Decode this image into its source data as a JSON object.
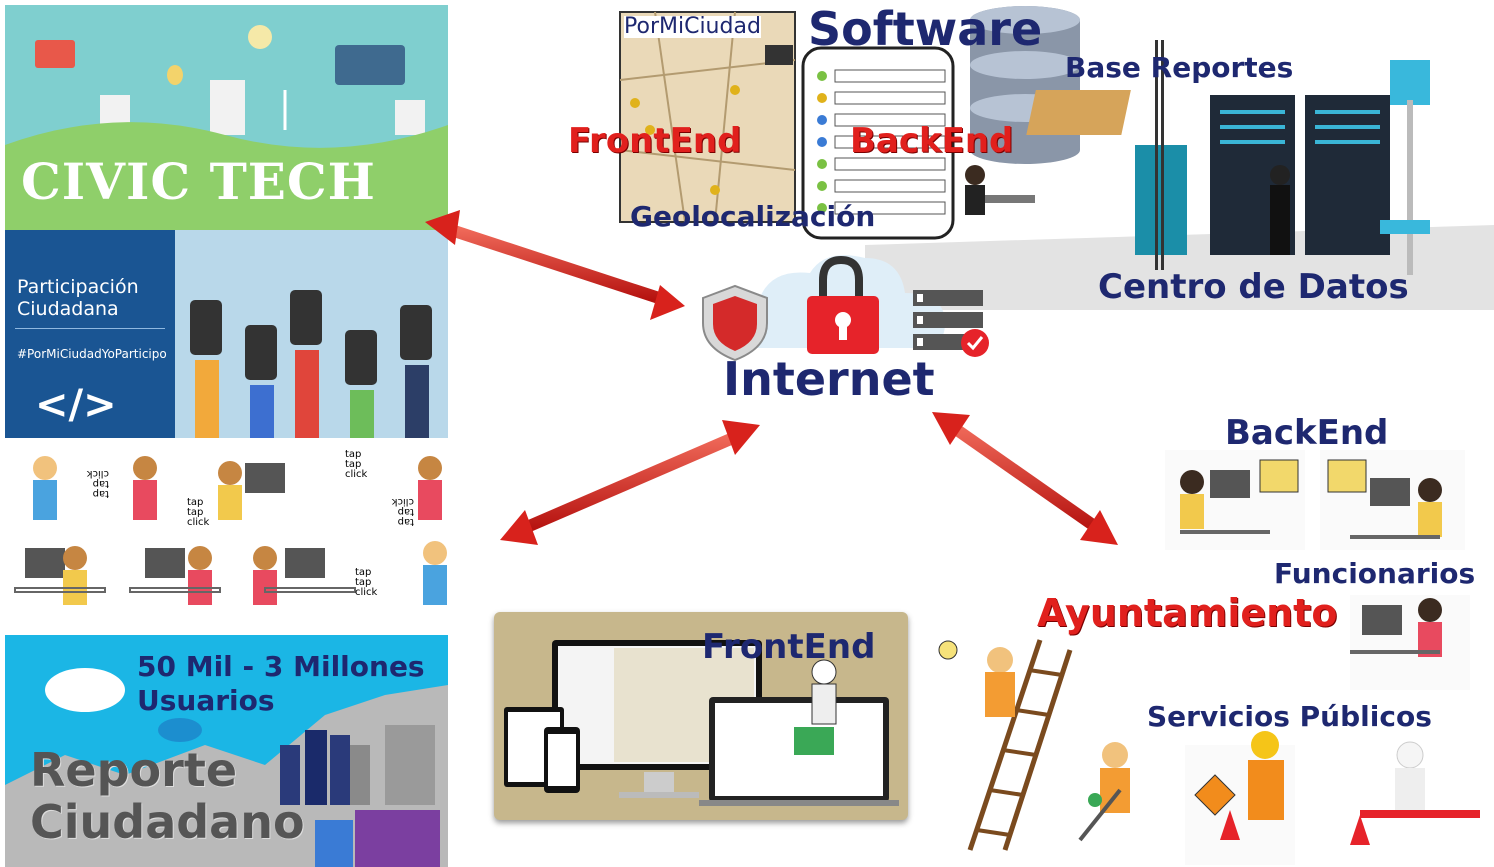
{
  "civic": {
    "title": "CIVIC TECH"
  },
  "participation": {
    "line1": "Participación",
    "line2": "Ciudadana",
    "hashtag": "#PorMiCiudadYoParticipo",
    "code_symbol": "</>"
  },
  "taps": {
    "t1": "tap tap click",
    "t2": "tap tap click",
    "t3": "tap tap click",
    "t4": "tap tap click",
    "t5": "tap tap click"
  },
  "users": {
    "line1": "50 Mil - 3 Millones",
    "line2": "Usuarios",
    "report1": "Reporte",
    "report2": "Ciudadano"
  },
  "software": {
    "title": "Software",
    "map_label": "PorMiCiudad",
    "frontend": "FrontEnd",
    "backend": "BackEnd",
    "geo": "Geolocalización",
    "db": "Base Reportes",
    "datacenter": "Centro de Datos"
  },
  "internet": {
    "label": "Internet"
  },
  "frontend_bottom": {
    "label": "FrontEnd"
  },
  "council": {
    "backend": "BackEnd",
    "officials": "Funcionarios",
    "council": "Ayuntamiento",
    "services": "Servicios Públicos"
  },
  "colors": {
    "navy": "#1e2870",
    "red": "#e1201d",
    "green": "#7cc66b",
    "blue": "#1d6fb5",
    "sky": "#38b2e8"
  }
}
